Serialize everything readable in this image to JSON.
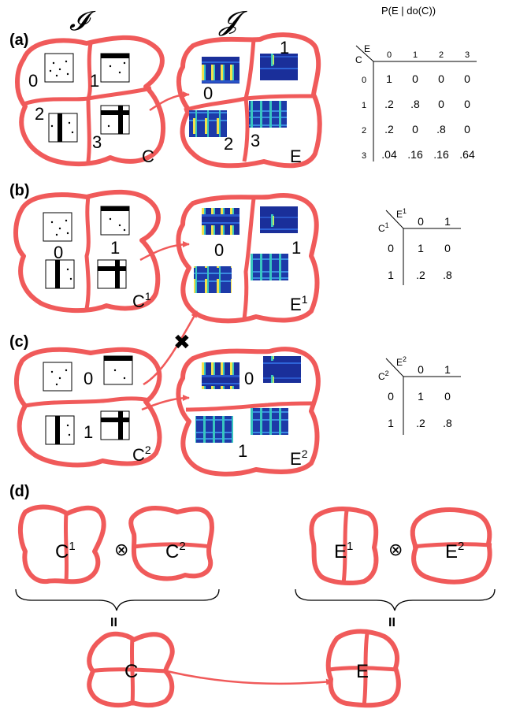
{
  "header": {
    "domain_I": "𝓘",
    "domain_J": "𝓙",
    "table_title": "P(E | do(C))"
  },
  "panels": {
    "a": {
      "label": "(a)",
      "cause_partition_labels": [
        "0",
        "1",
        "2",
        "3"
      ],
      "cause_var": "C",
      "effect_partition_labels": [
        "0",
        "1",
        "2",
        "3"
      ],
      "effect_var": "E",
      "table": {
        "row_var": "C",
        "col_var": "E",
        "col_headers": [
          "0",
          "1",
          "2",
          "3"
        ],
        "row_headers": [
          "0",
          "1",
          "2",
          "3"
        ],
        "rows": [
          [
            "1",
            "0",
            "0",
            "0"
          ],
          [
            ".2",
            ".8",
            "0",
            "0"
          ],
          [
            ".2",
            "0",
            ".8",
            "0"
          ],
          [
            ".04",
            ".16",
            ".16",
            ".64"
          ]
        ]
      }
    },
    "b": {
      "label": "(b)",
      "cause_partition_labels": [
        "0",
        "1"
      ],
      "cause_var": "C",
      "cause_sup": "1",
      "effect_partition_labels": [
        "0",
        "1"
      ],
      "effect_var": "E",
      "effect_sup": "1",
      "table": {
        "row_var": "C",
        "row_sup": "1",
        "col_var": "E",
        "col_sup": "1",
        "col_headers": [
          "0",
          "1"
        ],
        "row_headers": [
          "0",
          "1"
        ],
        "rows": [
          [
            "1",
            "0"
          ],
          [
            ".2",
            ".8"
          ]
        ]
      }
    },
    "c": {
      "label": "(c)",
      "blocked_marker": "✖",
      "cause_partition_labels": [
        "0",
        "1"
      ],
      "cause_var": "C",
      "cause_sup": "2",
      "effect_partition_labels": [
        "0",
        "1"
      ],
      "effect_var": "E",
      "effect_sup": "2",
      "table": {
        "row_var": "C",
        "row_sup": "2",
        "col_var": "E",
        "col_sup": "2",
        "col_headers": [
          "0",
          "1"
        ],
        "row_headers": [
          "0",
          "1"
        ],
        "rows": [
          [
            "1",
            "0"
          ],
          [
            ".2",
            ".8"
          ]
        ]
      }
    },
    "d": {
      "label": "(d)",
      "tensor_symbol": "⊗",
      "equals_symbol": "II",
      "left": {
        "a": "C",
        "a_sup": "1",
        "b": "C",
        "b_sup": "2",
        "result": "C"
      },
      "right": {
        "a": "E",
        "a_sup": "1",
        "b": "E",
        "b_sup": "2",
        "result": "E"
      }
    }
  },
  "colors": {
    "partition_stroke": "#f05a5a",
    "spectrogram_bg": "#1a2f9a",
    "spectrogram_hot": "#f4e24a",
    "spectrogram_mid": "#38c6c0"
  }
}
